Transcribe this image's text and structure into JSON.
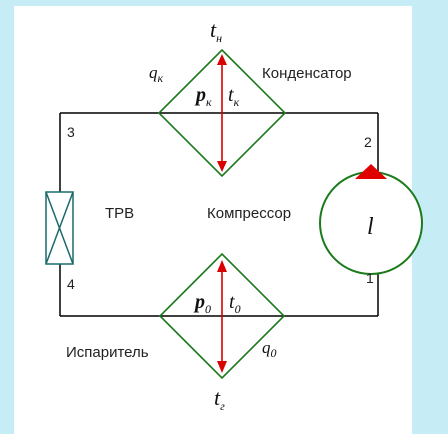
{
  "condenser": {
    "label": "Конденсатор",
    "q": "q",
    "q_sub": "к",
    "p": "p",
    "p_sub": "к",
    "t": "t",
    "t_sub": "к"
  },
  "compressor": {
    "label": "Компрессор",
    "work": "l"
  },
  "trv": {
    "label": "ТРВ"
  },
  "evaporator": {
    "label": "Испаритель",
    "q": "q",
    "q_sub": "0",
    "p": "p",
    "p_sub": "0",
    "t": "t",
    "t_sub": "0"
  },
  "temps": {
    "top": "t",
    "top_sub": "н",
    "bottom": "t",
    "bottom_sub": "г"
  },
  "points": {
    "p1": "1",
    "p2": "2",
    "p3": "3",
    "p4": "4"
  },
  "colors": {
    "pipe": "#000000",
    "compressor": "#1b7a1b",
    "arrow": "#d80000",
    "heat_exchanger": "#1b7a1b",
    "valve": "#1a6a6a",
    "background": "#c6ecf6"
  }
}
